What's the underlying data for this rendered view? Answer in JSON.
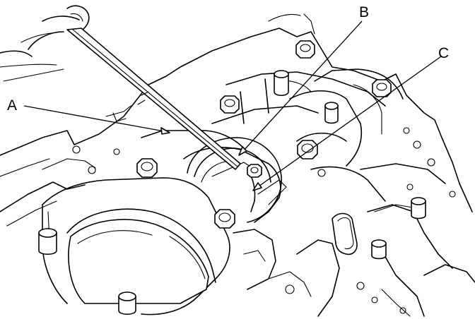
{
  "callouts": {
    "a": "A",
    "b": "B",
    "c": "C"
  },
  "colors": {
    "line": "#000000",
    "background": "#ffffff"
  }
}
